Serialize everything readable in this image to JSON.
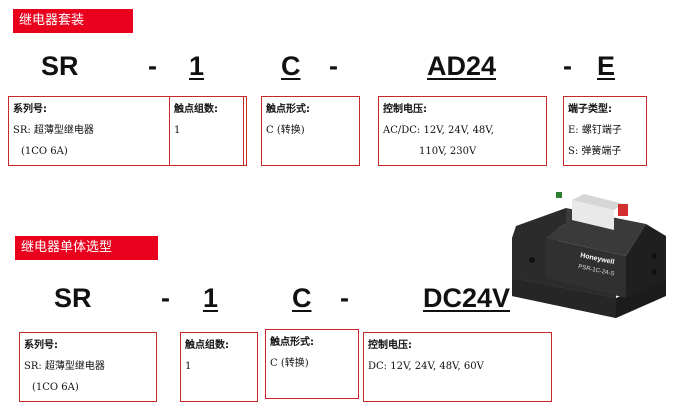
{
  "section1": {
    "banner": "继电器套装",
    "code_parts": [
      "SR",
      "-",
      "1",
      "C",
      "-",
      "AD24",
      "-",
      "E"
    ],
    "boxes": [
      {
        "title": "系列号:",
        "lines": [
          "SR: 超薄型继电器",
          "(1CO  6A)"
        ]
      },
      {
        "title": "触点组数:",
        "lines": [
          "1"
        ]
      },
      {
        "title": "触点形式:",
        "lines": [
          "C (转换)"
        ]
      },
      {
        "title": "控制电压:",
        "lines": [
          "AC/DC: 12V, 24V, 48V,",
          "110V, 230V"
        ]
      },
      {
        "title": "端子类型:",
        "lines": [
          "E: 螺钉端子",
          "S: 弹簧端子"
        ]
      }
    ]
  },
  "section2": {
    "banner": "继电器单体选型",
    "code_parts": [
      "SR",
      "-",
      "1",
      "C",
      "-",
      "DC24V"
    ],
    "boxes": [
      {
        "title": "系列号:",
        "lines": [
          "SR: 超薄型继电器",
          "(1CO  6A)"
        ]
      },
      {
        "title": "触点组数:",
        "lines": [
          "1"
        ]
      },
      {
        "title": "触点形式:",
        "lines": [
          "C (转换)"
        ]
      },
      {
        "title": "控制电压:",
        "lines": [
          "DC: 12V, 24V, 48V, 60V"
        ]
      }
    ]
  },
  "product": {
    "brand": "Honeywell",
    "model": "PSR-1C-24-S"
  },
  "colors": {
    "accent": "#e8001c",
    "box_border": "#c62828"
  }
}
